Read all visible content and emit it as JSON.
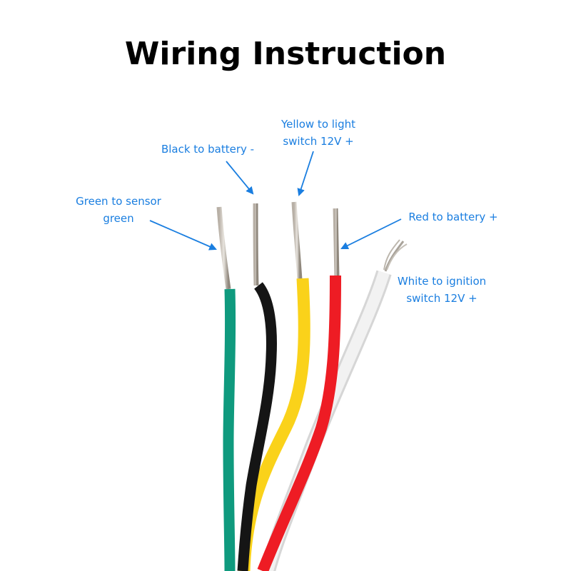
{
  "title": "Wiring Instruction",
  "accent_color": "#1a7ee0",
  "labels": [
    {
      "wire": "green",
      "line1": "Green to sensor",
      "line2": "green"
    },
    {
      "wire": "black",
      "line1": "Black to battery -",
      "line2": ""
    },
    {
      "wire": "yellow",
      "line1": "Yellow to light",
      "line2": "switch 12V +"
    },
    {
      "wire": "red",
      "line1": "Red to battery +",
      "line2": ""
    },
    {
      "wire": "white",
      "line1": "White to ignition",
      "line2": "switch 12V +"
    }
  ],
  "wires": [
    {
      "name": "green",
      "color": "#0f9a7e"
    },
    {
      "name": "black",
      "color": "#151515"
    },
    {
      "name": "yellow",
      "color": "#fad21a"
    },
    {
      "name": "red",
      "color": "#ee1c24"
    },
    {
      "name": "white",
      "color": "#ececec"
    }
  ]
}
